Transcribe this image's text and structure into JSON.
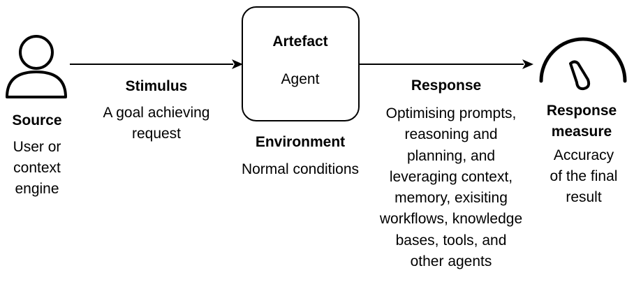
{
  "source": {
    "title": "Source",
    "description_lines": [
      "User or",
      "context",
      "engine"
    ]
  },
  "stimulus": {
    "title": "Stimulus",
    "description_lines": [
      "A goal achieving",
      "request"
    ]
  },
  "artefact": {
    "title": "Artefact",
    "value": "Agent"
  },
  "environment": {
    "title": "Environment",
    "value": "Normal conditions"
  },
  "response": {
    "title": "Response",
    "description_lines": [
      "Optimising  prompts,",
      "reasoning and",
      "planning, and",
      "leveraging context,",
      "memory, exisiting",
      "workflows,  knowledge",
      "bases, tools, and",
      "other agents"
    ]
  },
  "response_measure": {
    "title_lines": [
      "Response",
      "measure"
    ],
    "description_lines": [
      "Accuracy",
      "of the final",
      "result"
    ]
  },
  "icons": {
    "source": "person-icon",
    "response_measure": "gauge-icon"
  }
}
